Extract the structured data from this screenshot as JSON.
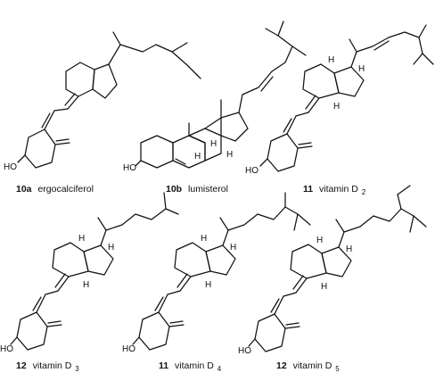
{
  "figure": {
    "background": "#ffffff",
    "ink": "#111111",
    "compounds": [
      {
        "number": "10a",
        "name": "ergocalciferol",
        "atoms": {
          "hydroxyl": "HO"
        }
      },
      {
        "number": "10b",
        "name": "lumisterol",
        "atoms": {
          "hydroxyl": "HO",
          "h1": "H",
          "h2": "H",
          "h3": "H"
        }
      },
      {
        "number": "11",
        "name": "vitamin D",
        "subscript": "2",
        "atoms": {
          "hydroxyl": "HO",
          "h1": "H",
          "h2": "H",
          "h3": "H"
        }
      },
      {
        "number": "12",
        "name": "vitamin D",
        "subscript": "3",
        "atoms": {
          "hydroxyl": "HO",
          "h1": "H",
          "h2": "H",
          "h3": "H"
        }
      },
      {
        "number": "11",
        "name": "vitamin D",
        "subscript": "4",
        "atoms": {
          "hydroxyl": "HO",
          "h1": "H",
          "h2": "H",
          "h3": "H"
        }
      },
      {
        "number": "12",
        "name": "vitamin D",
        "subscript": "5",
        "atoms": {
          "hydroxyl": "HO",
          "h1": "H",
          "h2": "H",
          "h3": "H"
        }
      }
    ]
  }
}
